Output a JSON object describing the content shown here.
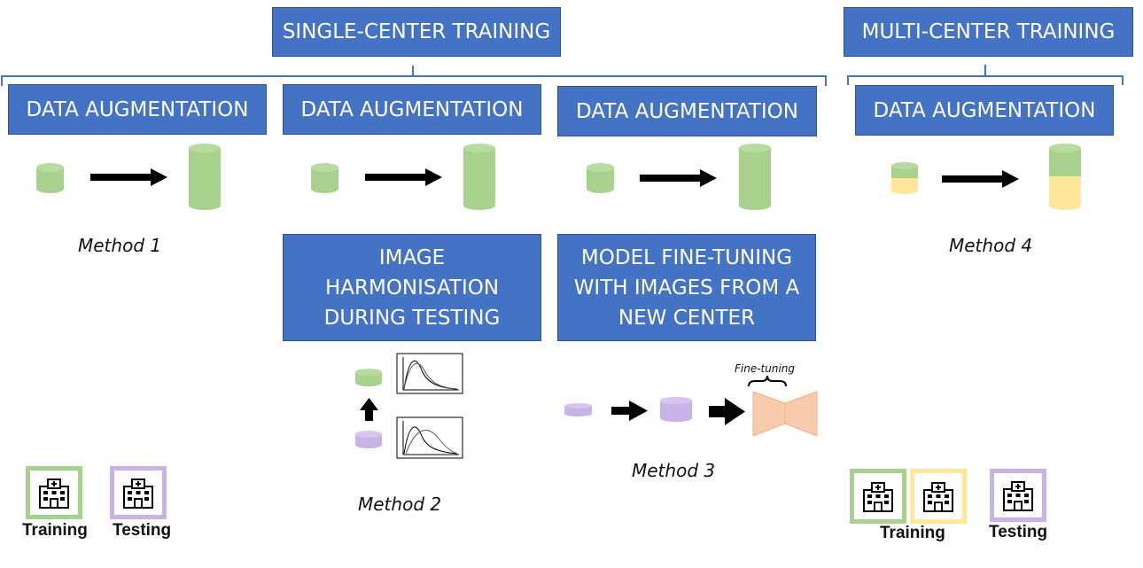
{
  "headers": {
    "single_center": "SINGLE-CENTER TRAINING",
    "multi_center": "MULTI-CENTER TRAINING"
  },
  "boxes": {
    "da1": "DATA AUGMENTATION",
    "da2": "DATA AUGMENTATION",
    "da3": "DATA AUGMENTATION",
    "da4": "DATA AUGMENTATION",
    "harmonisation": "IMAGE HARMONISATION DURING TESTING",
    "finetune": "MODEL FINE-TUNING WITH IMAGES FROM A NEW CENTER"
  },
  "methods": {
    "m1": "Method 1",
    "m2": "Method 2",
    "m3": "Method 3",
    "m4": "Method 4"
  },
  "finetuning_label": "Fine-tuning",
  "legend_left": {
    "training": "Training",
    "testing": "Testing"
  },
  "legend_right": {
    "training": "Training",
    "testing": "Testing"
  },
  "colors": {
    "box_blue": "#4472c4",
    "training_green": "#a9d18e",
    "testing_purple": "#c9b3e6",
    "second_center_yellow": "#ffe699",
    "model_peach": "#f8cbad",
    "bracket_blue": "#4472c4"
  },
  "icons": [
    "hospital-icon",
    "arrow-right-icon",
    "arrow-up-icon",
    "database-cylinder-icon",
    "histogram-curve-icon",
    "network-model-icon"
  ]
}
